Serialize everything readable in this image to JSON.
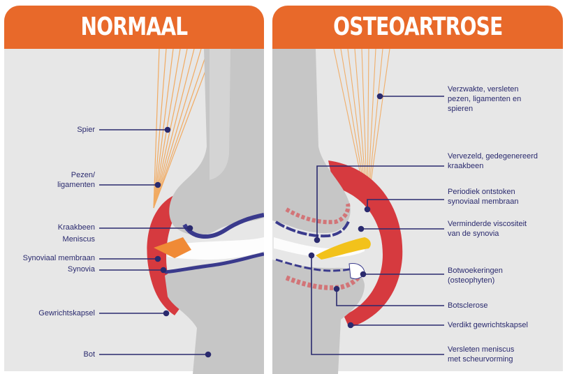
{
  "headers": {
    "left": "NORMAAL",
    "right": "OSTEOARTROSE"
  },
  "labels_left": {
    "spier": "Spier",
    "pezen": "Pezen/",
    "ligamenten": "ligamenten",
    "kraakbeen": "Kraakbeen",
    "meniscus": "Meniscus",
    "synoviaal_membraan": "Synoviaal membraan",
    "synovia": "Synovia",
    "gewrichtskapsel": "Gewrichtskapsel",
    "bot": "Bot"
  },
  "labels_right": {
    "verzwakte_1": "Verzwakte, versleten",
    "verzwakte_2": "pezen, ligamenten en",
    "verzwakte_3": "spieren",
    "vervezeld_1": "Vervezeld, gedegenereerd",
    "vervezeld_2": "kraakbeen",
    "periodiek_1": "Periodiek ontstoken",
    "periodiek_2": "synoviaal membraan",
    "verminderde_1": "Verminderde viscositeit",
    "verminderde_2": "van de synovia",
    "botwoekeringen_1": "Botwoekeringen",
    "botwoekeringen_2": "(osteophyten)",
    "botsclerose": "Botsclerose",
    "verdikt": "Verdikt gewrichtskapsel",
    "versleten_1": "Versleten meniscus",
    "versleten_2": "met scheurvorming"
  },
  "colors": {
    "header": "#e8692a",
    "panel": "#e7e7e7",
    "bone": "#c6c6c6",
    "bone_dark": "#aeaeae",
    "capsule": "#d63a3f",
    "cartilage": "#3a3a8c",
    "leader": "#2a2a6e",
    "muscle": "#f3a04a",
    "synovia_inflamed": "#f2c21b"
  }
}
